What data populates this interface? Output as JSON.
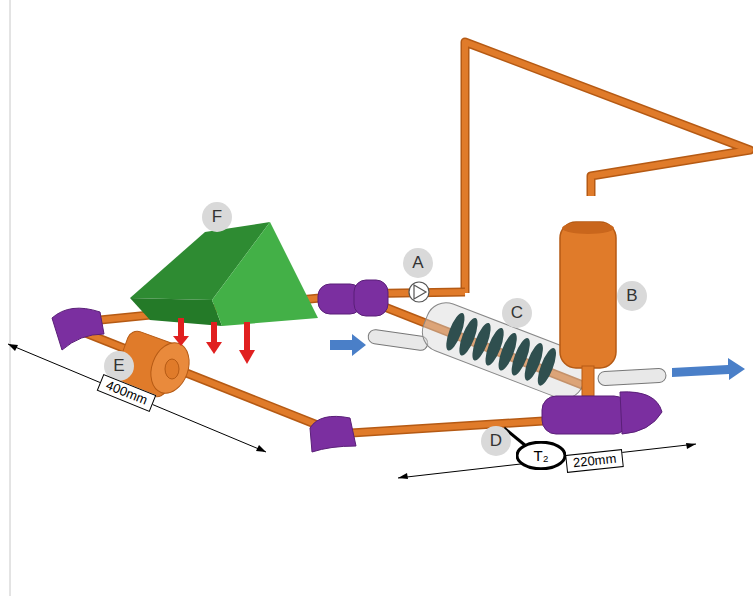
{
  "diagram": {
    "nodes": [
      {
        "text": [
          "T₂"
        ]
      }
    ],
    "labels": [
      "F",
      "A",
      "B",
      "C",
      "E",
      "D",
      "400mm",
      "220mm"
    ]
  }
}
